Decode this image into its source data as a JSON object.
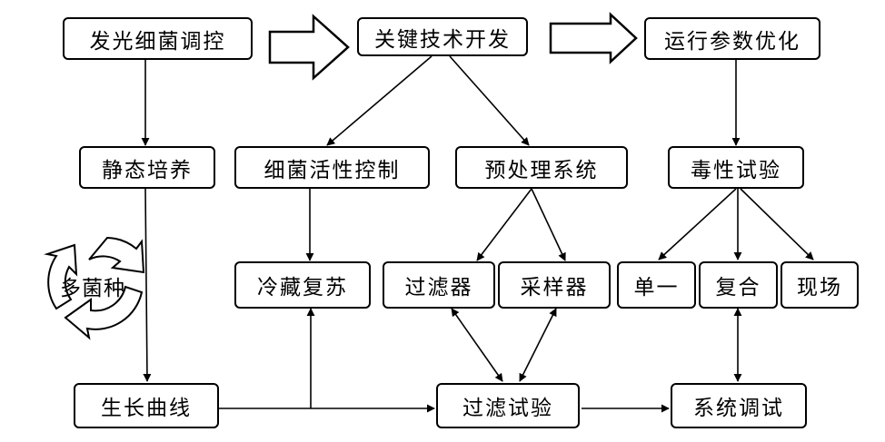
{
  "nodes": {
    "bio_control": "发光细菌调控",
    "key_tech": "关键技术开发",
    "param_opt": "运行参数优化",
    "static_culture": "静态培养",
    "activity_control": "细菌活性控制",
    "pretreatment": "预处理系统",
    "toxicity_test": "毒性试验",
    "cold_revival": "冷藏复苏",
    "filter": "过滤器",
    "sampler": "采样器",
    "single": "单一",
    "compound": "复合",
    "onsite": "现场",
    "growth_curve": "生长曲线",
    "filter_test": "过滤试验",
    "system_debug": "系统调试",
    "multi_strain": "多菌种"
  }
}
